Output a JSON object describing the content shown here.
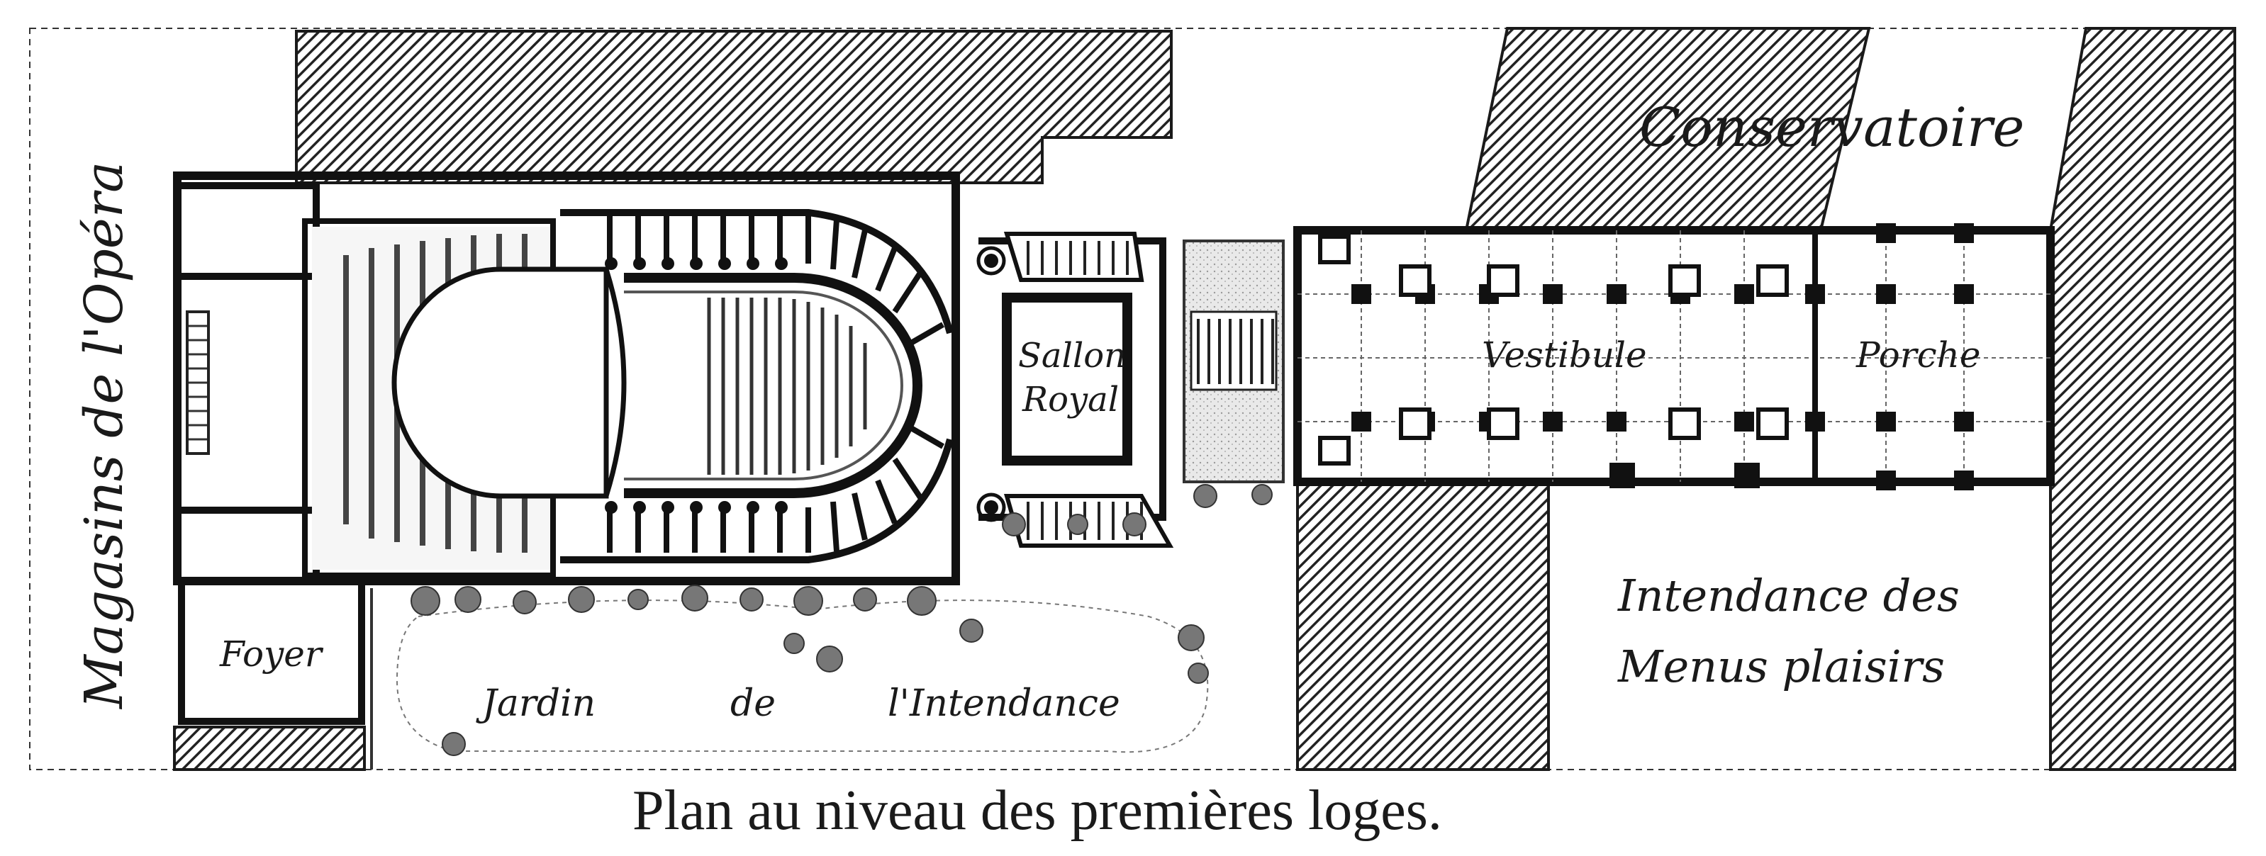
{
  "labels": {
    "magasins": "Magasins de l'Opéra",
    "conservatoire": "Conservatoire",
    "sallon": "Sallon",
    "royal": "Royal",
    "vestibule": "Vestibule",
    "porche": "Porche",
    "intendance_line1": "Intendance des",
    "intendance_line2": "Menus plaisirs",
    "foyer": "Foyer",
    "jardin": "Jardin",
    "de": "de",
    "l_intendance": "l'Intendance"
  },
  "caption": "Plan au niveau des premières loges.",
  "colors": {
    "ink": "#1a1a1a",
    "paper": "#ffffff",
    "hatch": "#222222",
    "floor": "#f1f1f1"
  }
}
